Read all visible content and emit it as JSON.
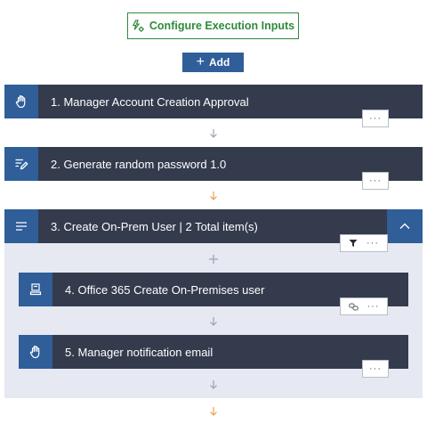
{
  "toolbar": {
    "configure_label": "Configure Execution Inputs",
    "add_label": "Add"
  },
  "steps": [
    {
      "title": "1. Manager Account Creation Approval",
      "icon": "hand-icon"
    },
    {
      "title": "2. Generate random password 1.0",
      "icon": "edit-list-icon"
    },
    {
      "title": "3. Create On-Prem User | 2 Total item(s)",
      "icon": "list-icon"
    },
    {
      "title": "4. Office 365 Create On-Premises user",
      "icon": "computer-icon"
    },
    {
      "title": "5. Manager notification email",
      "icon": "hand-icon"
    }
  ],
  "menu": {
    "dots": "···"
  },
  "colors": {
    "accent_blue": "#2f5e99",
    "step_dark": "#343b4d",
    "green": "#2e8b3a",
    "container_bg": "#e6e8f2"
  }
}
